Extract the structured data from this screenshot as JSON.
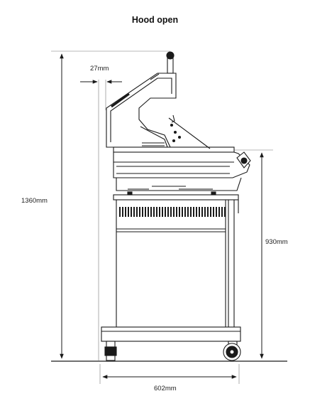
{
  "title": "Hood open",
  "dimensions": {
    "total_height": "1360mm",
    "counter_height": "930mm",
    "offset": "27mm",
    "width": "602mm"
  },
  "colors": {
    "line": "#1a1a1a",
    "dimension": "#222222"
  }
}
